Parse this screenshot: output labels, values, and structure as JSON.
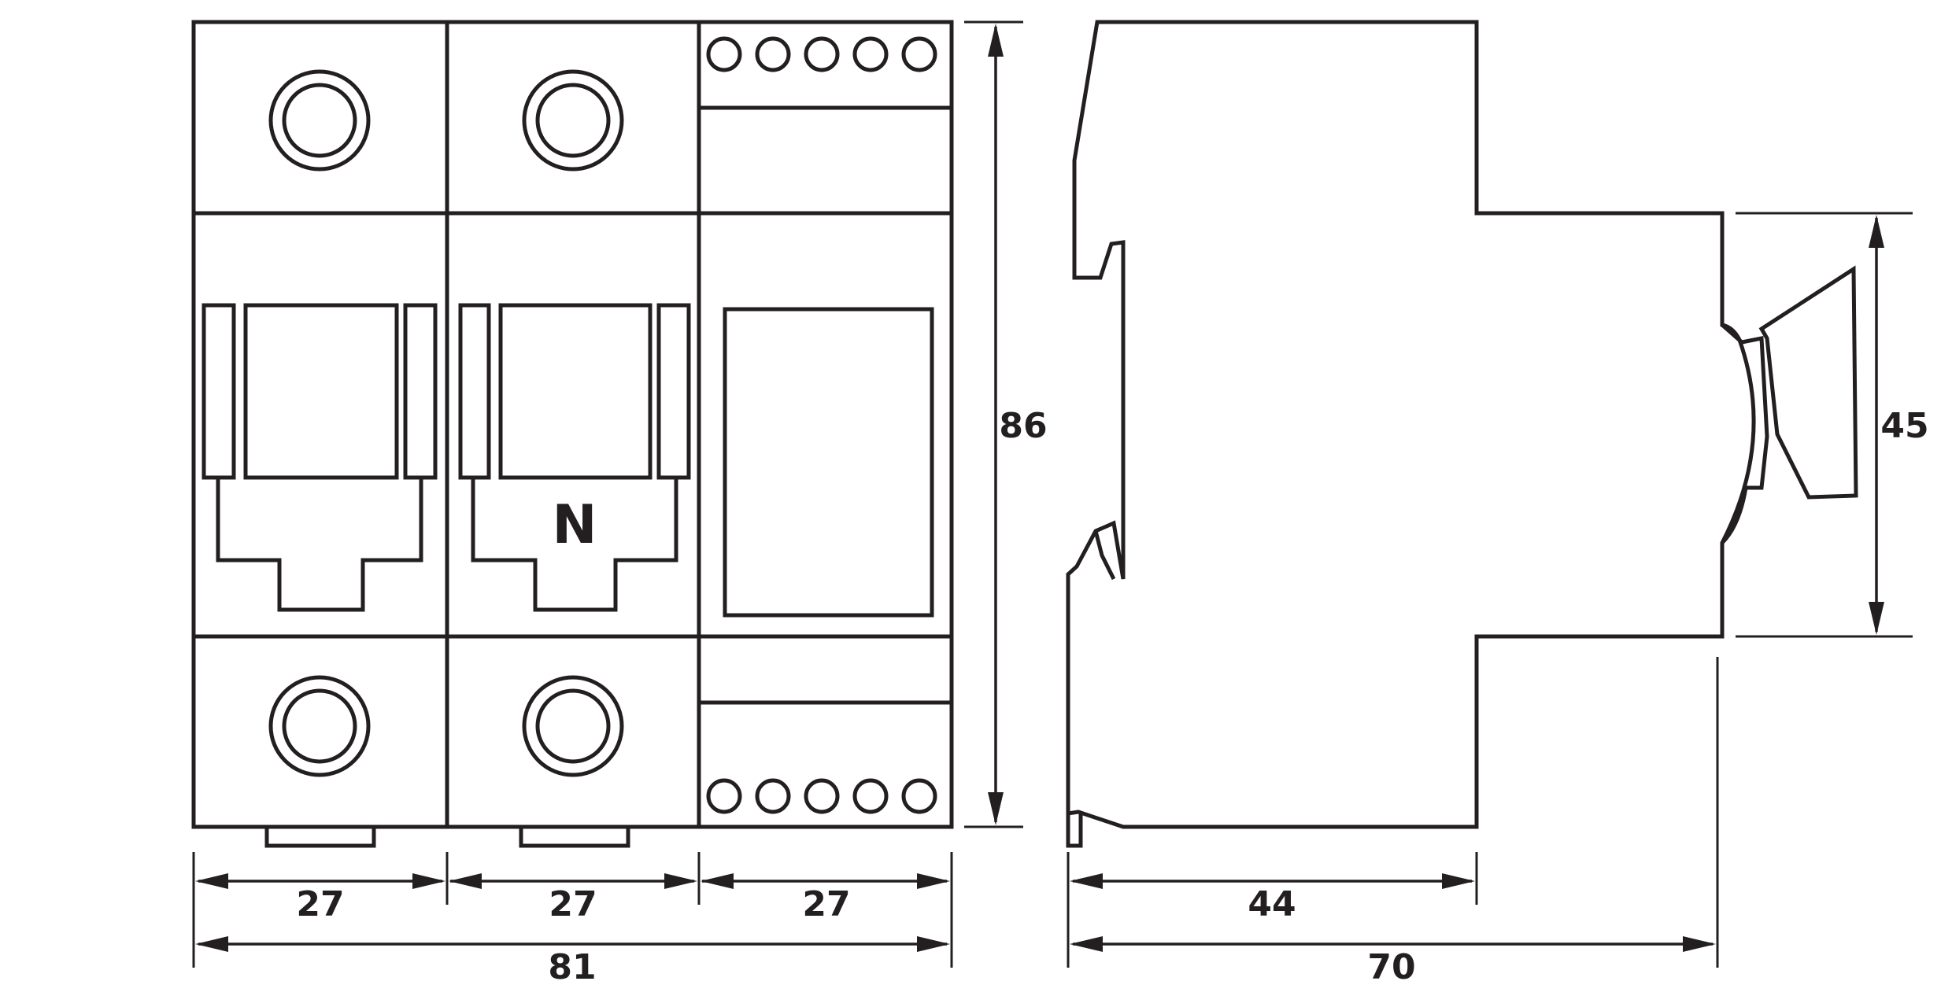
{
  "front_view": {
    "neutral_label": "N",
    "dimensions": {
      "pole1_width": "27",
      "pole2_width": "27",
      "module_width": "27",
      "total_width": "81",
      "height": "86"
    }
  },
  "side_view": {
    "dimensions": {
      "front_depth": "44",
      "total_depth": "70",
      "face_height": "45"
    }
  },
  "colors": {
    "line": "#231f20",
    "background": "#ffffff"
  }
}
